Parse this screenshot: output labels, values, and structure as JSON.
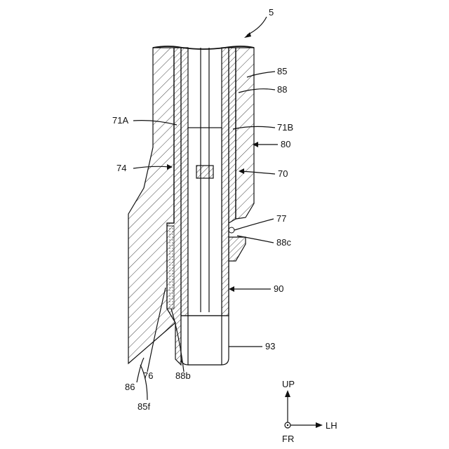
{
  "labels": {
    "assembly": "5",
    "l85": "85",
    "l88": "88",
    "l71A": "71A",
    "l71B": "71B",
    "l80": "80",
    "l74": "74",
    "l70": "70",
    "l77": "77",
    "l88c": "88c",
    "l90": "90",
    "l93": "93",
    "l86": "86",
    "l76": "76",
    "l88b": "88b",
    "l85f": "85f"
  },
  "axes": {
    "up": "UP",
    "lh": "LH",
    "fr": "FR"
  }
}
